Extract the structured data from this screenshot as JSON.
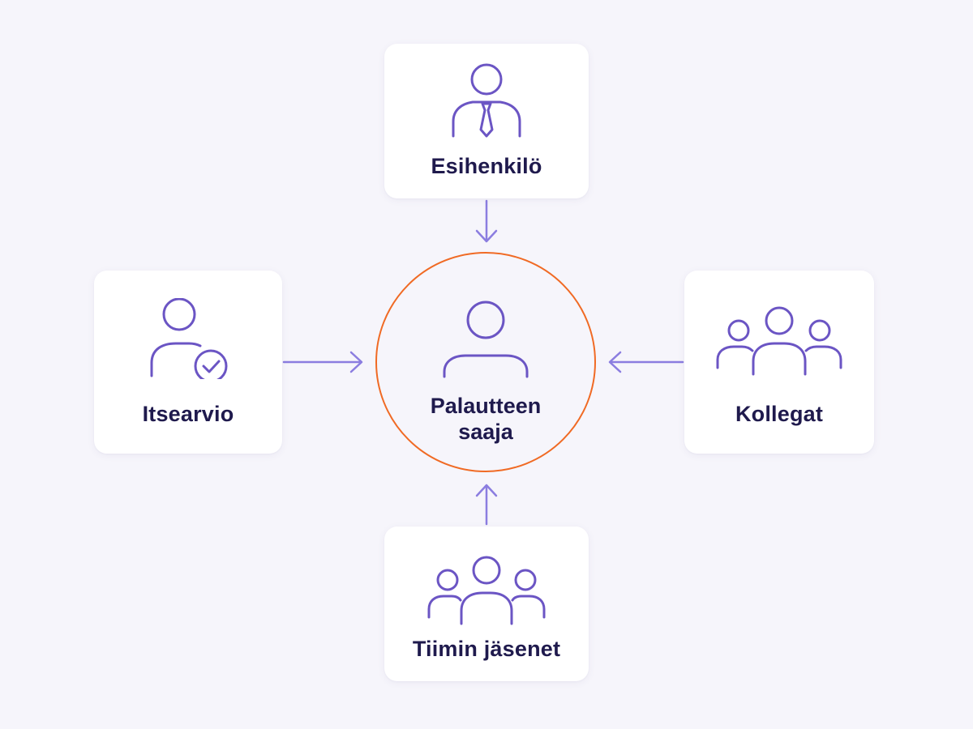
{
  "colors": {
    "background": "#f6f5fb",
    "card": "#ffffff",
    "icon_stroke": "#6b55c4",
    "arrow": "#8b7de0",
    "center_ring": "#f06a24",
    "label_text": "#1f1a4d"
  },
  "center": {
    "icon": "person-icon",
    "label_line1": "Palautteen",
    "label_line2": "saaja"
  },
  "sources": {
    "top": {
      "icon": "manager-icon",
      "label": "Esihenkilö"
    },
    "left": {
      "icon": "person-check-icon",
      "label": "Itsearvio"
    },
    "right": {
      "icon": "group-icon",
      "label": "Kollegat"
    },
    "bottom": {
      "icon": "group-icon",
      "label": "Tiimin jäsenet"
    }
  }
}
